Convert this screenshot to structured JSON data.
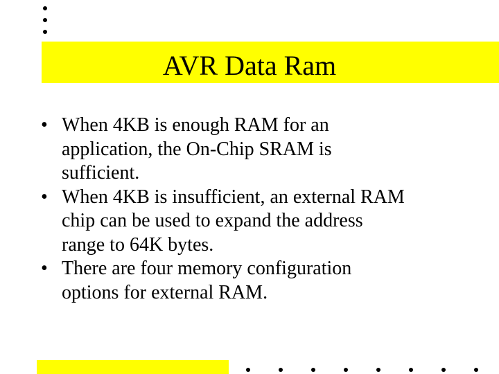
{
  "slide": {
    "title": "AVR Data Ram",
    "bullet_symbol": "•",
    "bullets": [
      {
        "lines": [
          "When 4KB is enough RAM for an",
          "application, the On-Chip SRAM is",
          "sufficient."
        ]
      },
      {
        "lines": [
          "When 4KB is insufficient, an external RAM",
          "chip can be used to expand the address",
          "range to 64K bytes."
        ]
      },
      {
        "lines": [
          "There are four memory configuration",
          "options for external RAM."
        ]
      }
    ]
  },
  "colors": {
    "accent": "#ffff00",
    "text": "#000000",
    "background": "#ffffff"
  }
}
